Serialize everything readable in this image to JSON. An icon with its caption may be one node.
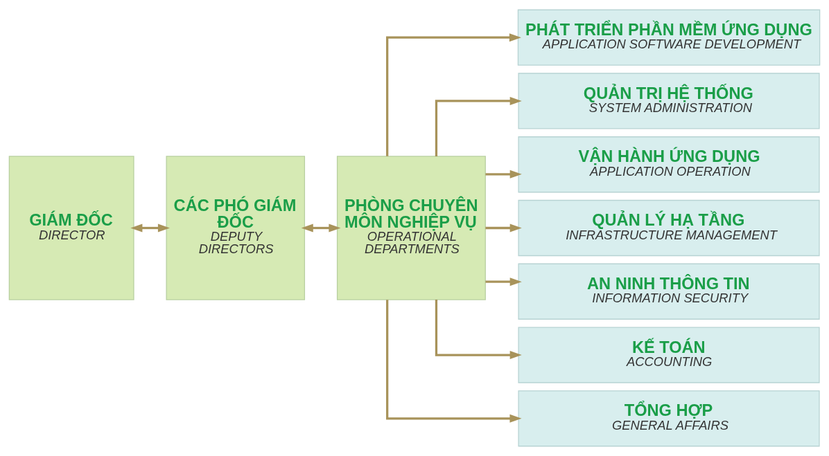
{
  "diagram": {
    "nodes": [
      {
        "text": [
          "GIÁM ĐỐC",
          "DIRECTOR"
        ]
      },
      {
        "text": [
          "CÁC PHÓ GIÁM ĐỐC",
          "DEPUTY DIRECTORS"
        ]
      },
      {
        "text": [
          "PHÒNG CHUYÊN MÔN NGHIỆP VỤ",
          "OPERATIONAL DEPARTMENTS"
        ]
      },
      {
        "text": [
          "PHÁT TRIỂN PHẦN MỀM ỨNG DỤNG",
          "APPLICATION SOFTWARE DEVELOPMENT"
        ]
      },
      {
        "text": [
          "QUẢN TRỊ HỆ THỐNG",
          "SYSTEM ADMINISTRATION"
        ]
      },
      {
        "text": [
          "VẬN HÀNH ỨNG DỤNG",
          "APPLICATION OPERATION"
        ]
      },
      {
        "text": [
          "QUẢN LÝ HẠ TẦNG",
          "INFRASTRUCTURE MANAGEMENT"
        ]
      },
      {
        "text": [
          "AN NINH THÔNG TIN",
          "INFORMATION SECURITY"
        ]
      },
      {
        "text": [
          "KẾ TOÁN",
          "ACCOUNTING"
        ]
      },
      {
        "text": [
          "TỔNG HỢP",
          "GENERAL AFFAIRS"
        ]
      }
    ],
    "edges": [
      {
        "from": 0,
        "to": 1,
        "arrow": "both"
      },
      {
        "from": 1,
        "to": 2,
        "arrow": "both"
      },
      {
        "from": 2,
        "to": 3,
        "arrow": "to"
      },
      {
        "from": 2,
        "to": 4,
        "arrow": "to"
      },
      {
        "from": 2,
        "to": 5,
        "arrow": "to"
      },
      {
        "from": 2,
        "to": 6,
        "arrow": "to"
      },
      {
        "from": 2,
        "to": 7,
        "arrow": "to"
      },
      {
        "from": 2,
        "to": 8,
        "arrow": "to"
      },
      {
        "from": 2,
        "to": 9,
        "arrow": "to"
      }
    ]
  }
}
